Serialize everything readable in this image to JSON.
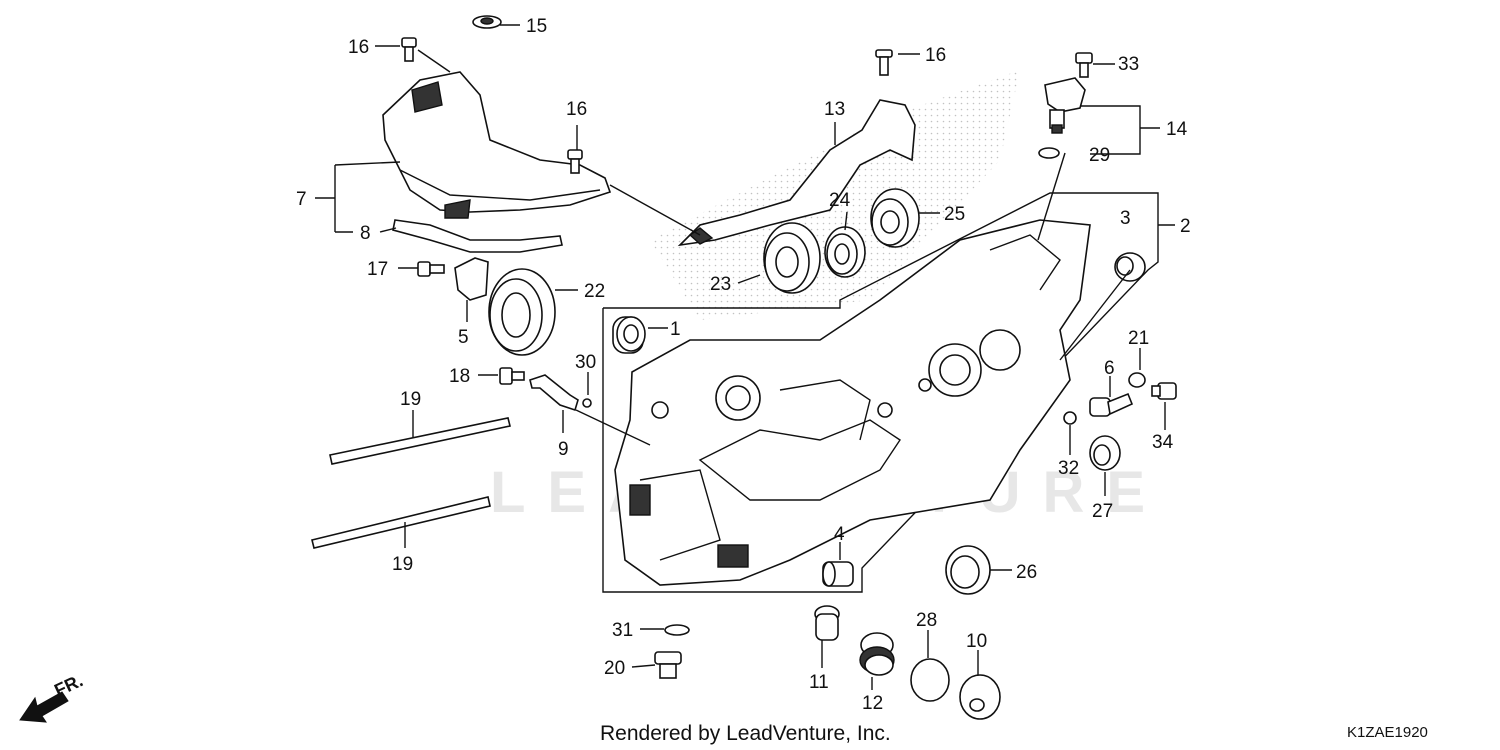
{
  "diagram": {
    "callouts": [
      "1",
      "2",
      "3",
      "4",
      "5",
      "6",
      "7",
      "8",
      "9",
      "10",
      "11",
      "12",
      "13",
      "14",
      "15",
      "16",
      "16",
      "16",
      "17",
      "18",
      "19",
      "19",
      "20",
      "21",
      "22",
      "23",
      "24",
      "25",
      "26",
      "27",
      "28",
      "29",
      "30",
      "31",
      "32",
      "33",
      "34"
    ],
    "direction_label": "FR.",
    "watermark": "LEADVENTURE",
    "footer": "Rendered by LeadVenture, Inc.",
    "diagram_code": "K1ZAE1920"
  }
}
